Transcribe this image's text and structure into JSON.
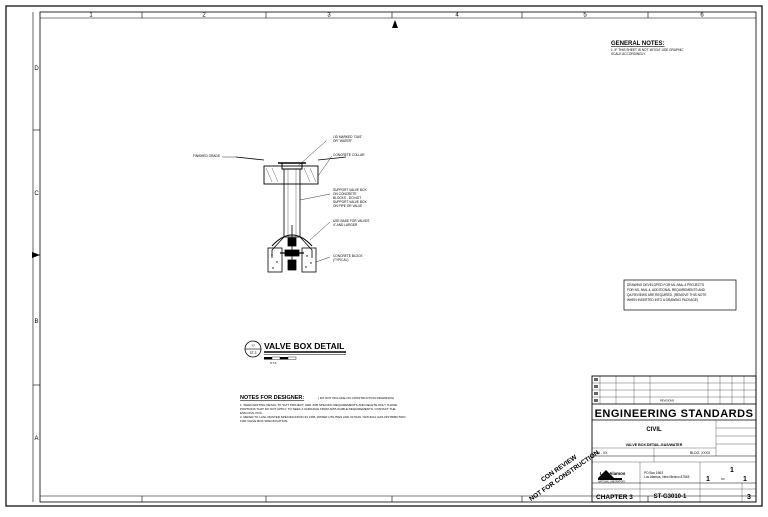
{
  "border": {
    "columns": [
      "1",
      "2",
      "3",
      "4",
      "5",
      "6"
    ],
    "rows": [
      "D",
      "C",
      "B",
      "A"
    ]
  },
  "general_notes": {
    "title": "GENERAL NOTES:",
    "items": [
      "1.   IF THIS SHEET IS NOT 16\"X34\" USE GRAPHIC",
      "      SCALE ACCORDINGLY."
    ]
  },
  "detail": {
    "callouts": {
      "lid": [
        "LID MARKED \"GAS\"",
        "OR \"WATER\""
      ],
      "collar": [
        "CONCRETE COLLAR"
      ],
      "grade": [
        "FINISHED GRADE"
      ],
      "support": [
        "SUPPORT VALVE BOX",
        "ON CONCRETE",
        "BLOCKS - DO NOT",
        "SUPPORT VALVE BOX",
        "ON PIPE OR VALVE"
      ],
      "base": [
        "USE BASE FOR VALVES",
        "4\" AND LARGER"
      ],
      "block": [
        "CONCRETE BLOCK",
        "(TYPICAL)"
      ]
    },
    "bubble_top": "??",
    "bubble_bottom": "ST-3",
    "title": "VALVE BOX DETAIL",
    "scale_label": "N.T.S."
  },
  "note_box": [
    "DRAWING DEVELOPED FOR ML-NML-4 PROJECTS",
    "FOR NS, NML-4, ADDITIONAL REQUIREMENTS AND",
    "QA REVIEWS ARE REQUIRED. (REMOVE THIS NOTE",
    "WHEN INSERTED INTO A DRAWING PACKAGE)"
  ],
  "designer_notes": {
    "title": "NOTES FOR DESIGNER:",
    "subtitle": "( DO NOT INCLUDE ON CONSTRUCTION DRAWINGS)",
    "items": [
      "1.   WHEN EDITING DETAIL TO SUIT PROJECT, ADD JOB SPECIFIC REQUIREMENTS AND DELETE ONLY THOSE",
      "      PORTIONS THAT DO NOT APPLY. TO SEEK A VARIANCE FROM APPLICABLE REQUIREMENTS, CONTACT THE",
      "      ESM CIVIL POC.",
      "2.   REFER TO LANL MASTER SPECIFICATION 33 1305, WATER UTILITIES AND 33 5100, NATURAL GAS DISTRIBUTION",
      "      FOR VALVE BOX SPECIFICATION."
    ]
  },
  "stamp": {
    "line1": "CON REVIEW",
    "line2": "NOT FOR CONSTRUCTION"
  },
  "title_block": {
    "revision_label": "REVISIONS",
    "engineering": "ENGINEERING STANDARDS",
    "discipline": "CIVIL",
    "drawing_title": "VALVE BOX DETAIL-GAS/WATER",
    "ta": "TA - XX",
    "bldg": "BLDG. XXXX",
    "lab": "Los Alamos",
    "lab_sub": "NATIONAL LABORATORY",
    "lab_addr1": "PO Box 1663",
    "lab_addr2": "Los Alamos, New Mexico 87545",
    "sheet": "1",
    "of": "OF",
    "total": "1",
    "chapter": "CHAPTER 3",
    "drawing_no": "ST-G3010-1",
    "rev": "3"
  }
}
